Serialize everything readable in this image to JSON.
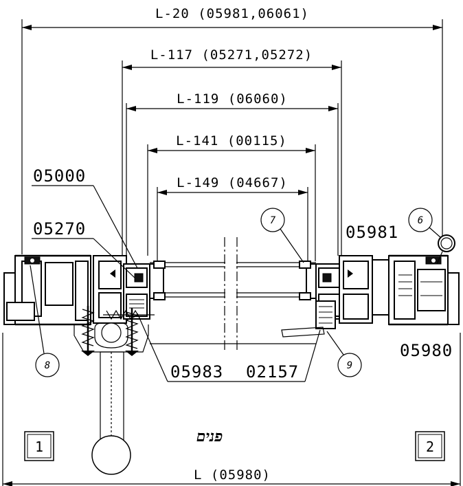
{
  "dimensions": {
    "d1": "L-20 (05981,06061)",
    "d2": "L-117 (05271,05272)",
    "d3": "L-119 (06060)",
    "d4": "L-141 (00115)",
    "d5": "L-149 (04667)",
    "d6": "L (05980)"
  },
  "part_codes": {
    "p05000": "05000",
    "p05270": "05270",
    "p05981": "05981",
    "p05980": "05980",
    "p05983": "05983",
    "p02157": "02157"
  },
  "callouts": {
    "c6": "6",
    "c7": "7",
    "c8": "8",
    "c9": "9"
  },
  "boxes": {
    "left": "1",
    "right": "2"
  },
  "interior_label": "פנים"
}
